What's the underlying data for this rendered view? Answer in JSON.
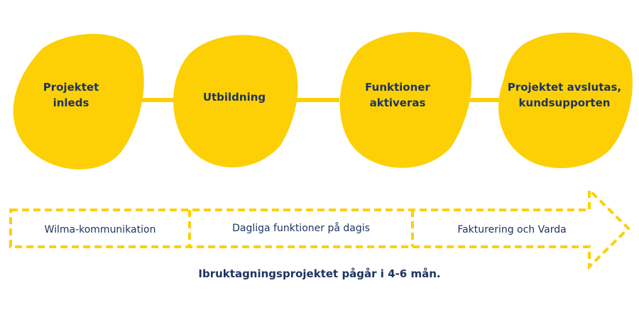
{
  "colors": {
    "blob_fill": "#fcd004",
    "dash_stroke": "#fcd004",
    "text": "#1d3461"
  },
  "phases": [
    {
      "lines": [
        "Projektet",
        "inleds"
      ]
    },
    {
      "lines": [
        "Utbildning"
      ]
    },
    {
      "lines": [
        "Funktioner",
        "aktiveras"
      ]
    },
    {
      "lines": [
        "Projektet avslutas,",
        "kundsupporten"
      ]
    }
  ],
  "timeline": {
    "segments": [
      "Wilma-kommunikation",
      "Dagliga funktioner på dagis",
      "Fakturering och Varda"
    ]
  },
  "footer": "Ibruktagningsprojektet pågår i 4-6 mån."
}
